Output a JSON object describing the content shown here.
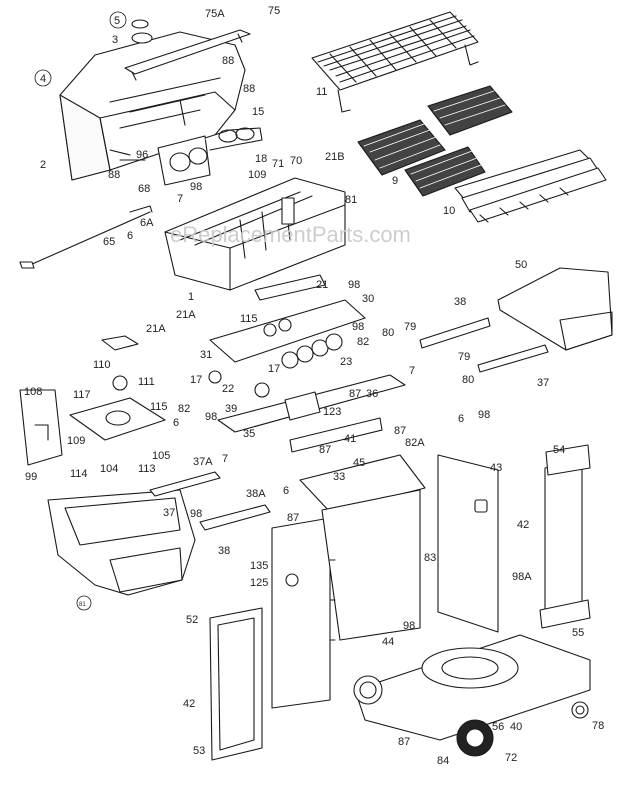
{
  "diagram": {
    "watermark": "eReplacementParts.com",
    "labels": {
      "p5": "5",
      "p3": "3",
      "p4": "4",
      "p75A": "75A",
      "p75": "75",
      "p11": "11",
      "p88a": "88",
      "p88b": "88",
      "p15": "15",
      "p2": "2",
      "p96": "96",
      "p18": "18",
      "p70": "70",
      "p71": "71",
      "p21B": "21B",
      "p109": "109",
      "p98a": "98",
      "p68": "68",
      "p7a": "7",
      "p81": "81",
      "p9": "9",
      "p10": "10",
      "p6A": "6A",
      "p6a": "6",
      "p65": "65",
      "p1": "1",
      "p21a": "21",
      "p98b": "98",
      "p30": "30",
      "p50": "50",
      "p21A_a": "21A",
      "p21A_b": "21A",
      "p115a": "115",
      "p98c": "98",
      "p38a": "38",
      "p110": "110",
      "p80a": "80",
      "p79a": "79",
      "p82a": "82",
      "p31": "31",
      "p17a": "17",
      "p23": "23",
      "p7b": "7",
      "p79b": "79",
      "p111": "111",
      "p17b": "17",
      "p22": "22",
      "p36": "36",
      "p80b": "80",
      "p37a": "37",
      "p108": "108",
      "p87a": "87",
      "p117": "117",
      "p82b": "82",
      "p39": "39",
      "p123": "123",
      "p6b": "6",
      "p98d": "98",
      "p115b": "115",
      "p6c": "6",
      "p98e": "98",
      "p87b": "87",
      "p109b": "109",
      "p35": "35",
      "p41": "41",
      "p82A": "82A",
      "p104": "104",
      "p105": "105",
      "p37A": "37A",
      "p7c": "7",
      "p87c": "87",
      "p45": "45",
      "p99": "99",
      "p114": "114",
      "p113": "113",
      "p54": "54",
      "p43": "43",
      "p33": "33",
      "p38A": "38A",
      "p6d": "6",
      "p37b": "37",
      "p98f": "98",
      "p87d": "87",
      "p42a": "42",
      "p38b": "38",
      "p81b": "81",
      "p83": "83",
      "p98A": "98A",
      "p135": "135",
      "p125": "125",
      "p52": "52",
      "p98g": "98",
      "p44": "44",
      "p55": "55",
      "p42b": "42",
      "p56": "56",
      "p40": "40",
      "p78": "78",
      "p87e": "87",
      "p53": "53",
      "p84": "84",
      "p72": "72"
    }
  },
  "colors": {
    "line": "#1a1a1a",
    "label": "#222222",
    "watermark": "#c8c8c8",
    "fill": "#ffffff"
  }
}
